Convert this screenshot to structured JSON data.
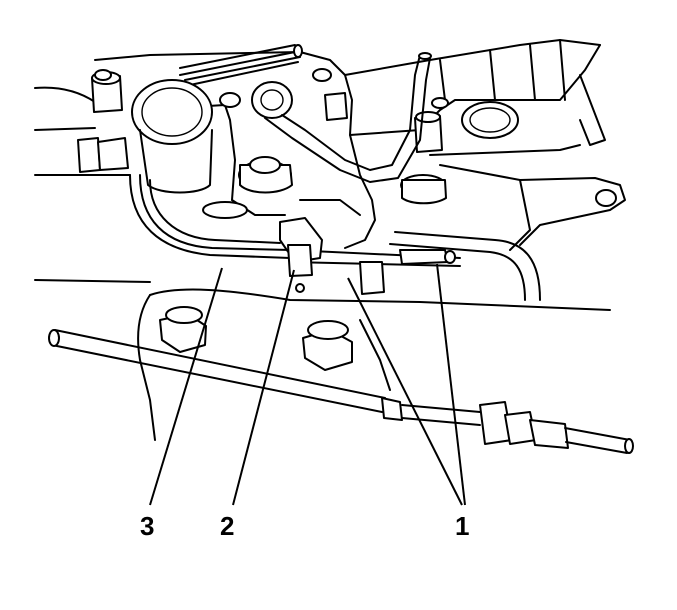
{
  "callouts": [
    {
      "id": "1",
      "text": "1"
    },
    {
      "id": "2",
      "text": "2"
    },
    {
      "id": "3",
      "text": "3"
    }
  ],
  "colors": {
    "line": "#000000",
    "background": "#ffffff"
  }
}
